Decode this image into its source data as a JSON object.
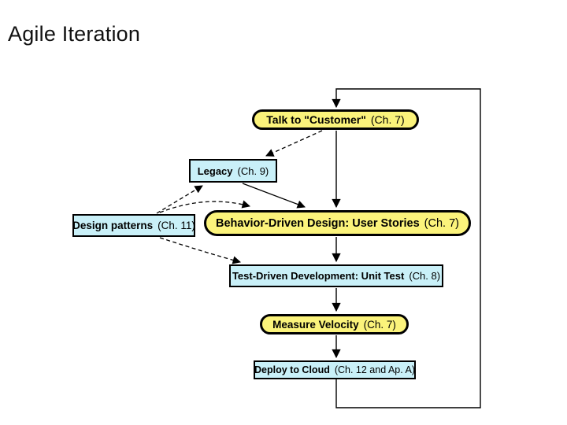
{
  "slide": {
    "title": "Agile Iteration"
  },
  "diagram": {
    "nodes": [
      {
        "id": "talk",
        "label": "Talk to \"Customer\"",
        "ref": "(Ch. 7)",
        "shape": "pill"
      },
      {
        "id": "legacy",
        "label": "Legacy",
        "ref": "(Ch. 9)",
        "shape": "rect"
      },
      {
        "id": "design",
        "label": "Design patterns",
        "ref": "(Ch. 11)",
        "shape": "rect"
      },
      {
        "id": "bdd",
        "label": "Behavior-Driven Design: User Stories",
        "ref": "(Ch. 7)",
        "shape": "pill"
      },
      {
        "id": "tdd",
        "label": "Test-Driven Development: Unit Test",
        "ref": "(Ch. 8)",
        "shape": "rect"
      },
      {
        "id": "mv",
        "label": "Measure Velocity",
        "ref": "(Ch. 7)",
        "shape": "pill"
      },
      {
        "id": "deploy",
        "label": "Deploy to Cloud",
        "ref": "(Ch. 12 and Ap. A)",
        "shape": "rect"
      }
    ],
    "edges": [
      {
        "from": "talk",
        "to": "bdd",
        "style": "solid"
      },
      {
        "from": "talk",
        "to": "legacy",
        "style": "dashed"
      },
      {
        "from": "legacy",
        "to": "bdd",
        "style": "solid"
      },
      {
        "from": "design",
        "to": "legacy",
        "style": "dashed"
      },
      {
        "from": "design",
        "to": "bdd",
        "style": "dashed"
      },
      {
        "from": "design",
        "to": "tdd",
        "style": "dashed"
      },
      {
        "from": "bdd",
        "to": "tdd",
        "style": "solid"
      },
      {
        "from": "tdd",
        "to": "mv",
        "style": "solid"
      },
      {
        "from": "mv",
        "to": "deploy",
        "style": "solid"
      },
      {
        "from": "deploy",
        "to": "talk",
        "style": "solid-loop"
      }
    ],
    "colors": {
      "pill_fill": "#FBF37B",
      "rect_fill": "#C9F0F8",
      "line": "#000000",
      "text": "#000000"
    }
  }
}
